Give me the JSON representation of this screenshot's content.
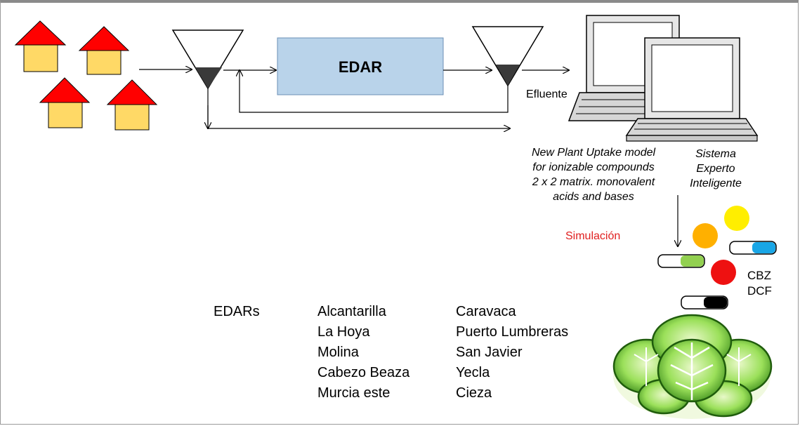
{
  "edar_box_label": "EDAR",
  "efluente_label": "Efluente",
  "model_description": [
    "New Plant Uptake model",
    "for ionizable compounds",
    "2 x 2 matrix. monovalent",
    "acids and bases"
  ],
  "expert_system_label": [
    "Sistema",
    "Experto",
    "Inteligente"
  ],
  "simulation_label": "Simulación",
  "compounds": [
    "CBZ",
    "DCF"
  ],
  "edars_heading": "EDARs",
  "edars_col1": [
    "Alcantarilla",
    "La Hoya",
    "Molina",
    "Cabezo Beaza",
    "Murcia este"
  ],
  "edars_col2": [
    "Caravaca",
    "Puerto Lumbreras",
    "San Javier",
    "Yecla",
    "Cieza"
  ],
  "colors": {
    "roof": "#ff0000",
    "wall": "#ffd966",
    "edar_box": "#b9d3ea",
    "simulation_text": "#e02020",
    "yellow_circle": "#ffee00",
    "orange_circle": "#ffb000",
    "red_circle": "#ee1111",
    "blue_pill": "#19a6e6",
    "green_pill": "#92d050",
    "black_pill": "#000000",
    "lettuce": "#7fcf3c"
  }
}
